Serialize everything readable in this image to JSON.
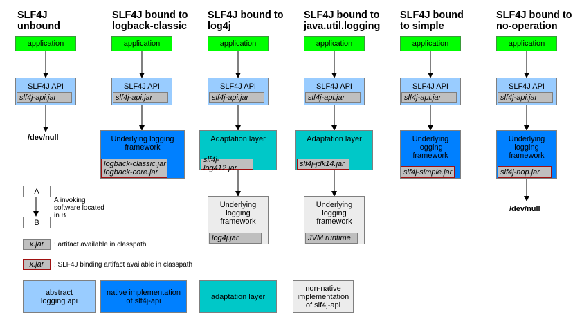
{
  "columns": [
    {
      "title": "SLF4J\nunbound"
    },
    {
      "title": "SLF4J bound to\nlogback-classic"
    },
    {
      "title": "SLF4J bound to\nlog4j"
    },
    {
      "title": "SLF4J bound to\njava.util.logging"
    },
    {
      "title": "SLF4J bound\nto simple"
    },
    {
      "title": "SLF4J bound to\nno-operation"
    }
  ],
  "labels": {
    "application": "application",
    "slf4j_api": "SLF4J API",
    "slf4j_api_jar": "slf4j-api.jar",
    "dev_null": "/dev/null",
    "underlying_framework_wide": "Underlying logging\nframework",
    "underlying_framework_tall": "Underlying\nlogging\nframework",
    "logback_jars": "logback-classic.jar\nlogback-core.jar",
    "adaptation_layer": "Adaptation layer",
    "log4j_binding_jar": "slf4j-log412.jar",
    "log4j_jar": "log4j.jar",
    "jul_binding_jar": "slf4j-jdk14.jar",
    "jvm_runtime": "JVM runtime",
    "simple_binding_jar": "slf4j-simple.jar",
    "nop_binding_jar": "slf4j-nop.jar"
  },
  "legend": {
    "node_a": "A",
    "node_b": "B",
    "invoking_text": "A invoking\nsoftware located\nin B",
    "jar_sample": "x.jar",
    "artifact_text": ": artifact available in classpath",
    "binding_sample": "x.jar",
    "binding_text": ": SLF4J binding artifact available in classpath",
    "abstract_api": "abstract\nlogging api",
    "native_impl": "native implementation\nof slf4j-api",
    "adaptation": "adaptation layer",
    "non_native": "non-native\nimplementation\nof slf4j-api"
  },
  "colors": {
    "application": "#00ff00",
    "abstract_api": "#99ccff",
    "native_impl": "#0080ff",
    "adaptation": "#00c8c8",
    "non_native": "#ececec",
    "jar": "#bfbfbf",
    "binding_border": "#a01010"
  }
}
